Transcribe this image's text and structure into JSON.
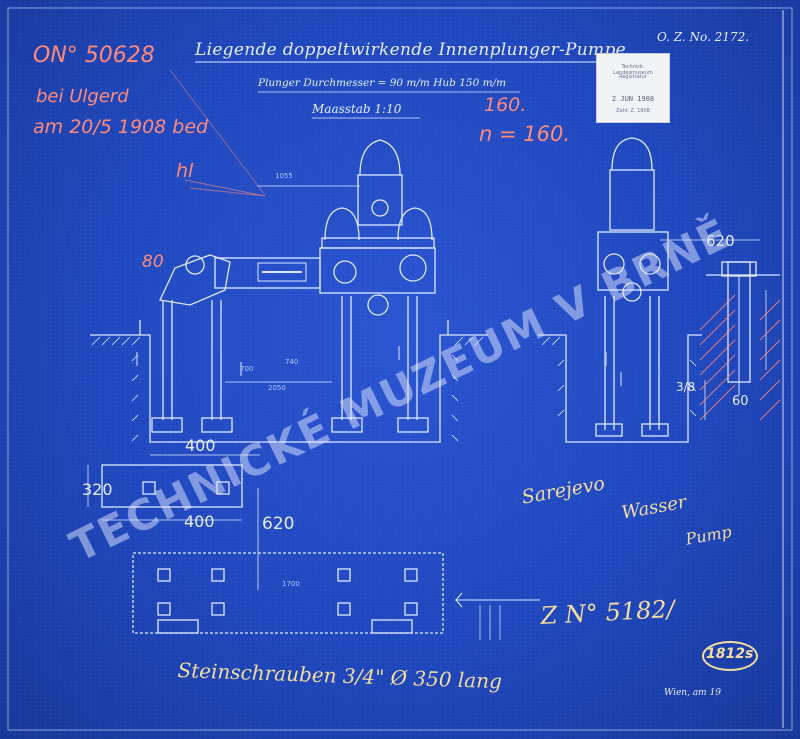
{
  "sheet": {
    "title": "Liegende doppeltwirkende Innenplunger-Pumpe",
    "subtitle": "Plunger Durchmesser = 90 m/m Hub 150 m/m",
    "scale": "Maasstab 1:10",
    "drawing_number": "O. Z. No. 2172.",
    "footer": "Wien, am 19"
  },
  "annotations": {
    "order_number": "ON° 50628",
    "red_note_line1": "bei Ulgerd",
    "red_note_line2": "am 20/5 1908 bed",
    "red_initials": "hl",
    "rpm_value": "160.",
    "rpm_formula": "n = 160.",
    "mark_80": "80"
  },
  "dimensions": {
    "d_400_top": "400",
    "d_320": "320",
    "d_400_bottom": "400",
    "d_620": "620",
    "d_620_right": "620",
    "d_1055": "1055",
    "d_700": "700",
    "d_740": "740",
    "d_2050": "2050",
    "d_1700": "1700",
    "d_60": "60",
    "d_3_8": "3/8"
  },
  "handwriting": {
    "signature_line1": "Sarejevo",
    "signature_line2": "Wasser",
    "signature_line3": "Pump",
    "z_number": "Z N° 5182/",
    "sheet_number": "1812s",
    "bottom_note": "Steinschrauben 3/4\" Ø 350 lang"
  },
  "stamp": {
    "line1": "Technick. Landesmuseum",
    "line2": "Registratur",
    "date": "2 JUN 1908",
    "line3": "Zahl: Z. 1908"
  },
  "watermark": {
    "text": "TECHNICKÉ MUZEUM V BRNĚ"
  },
  "colors": {
    "paper": "#1f47bd",
    "white_ink": "#e6ecff",
    "red_pencil": "#ff8a7a",
    "yellow_ink": "#f2dca0"
  }
}
